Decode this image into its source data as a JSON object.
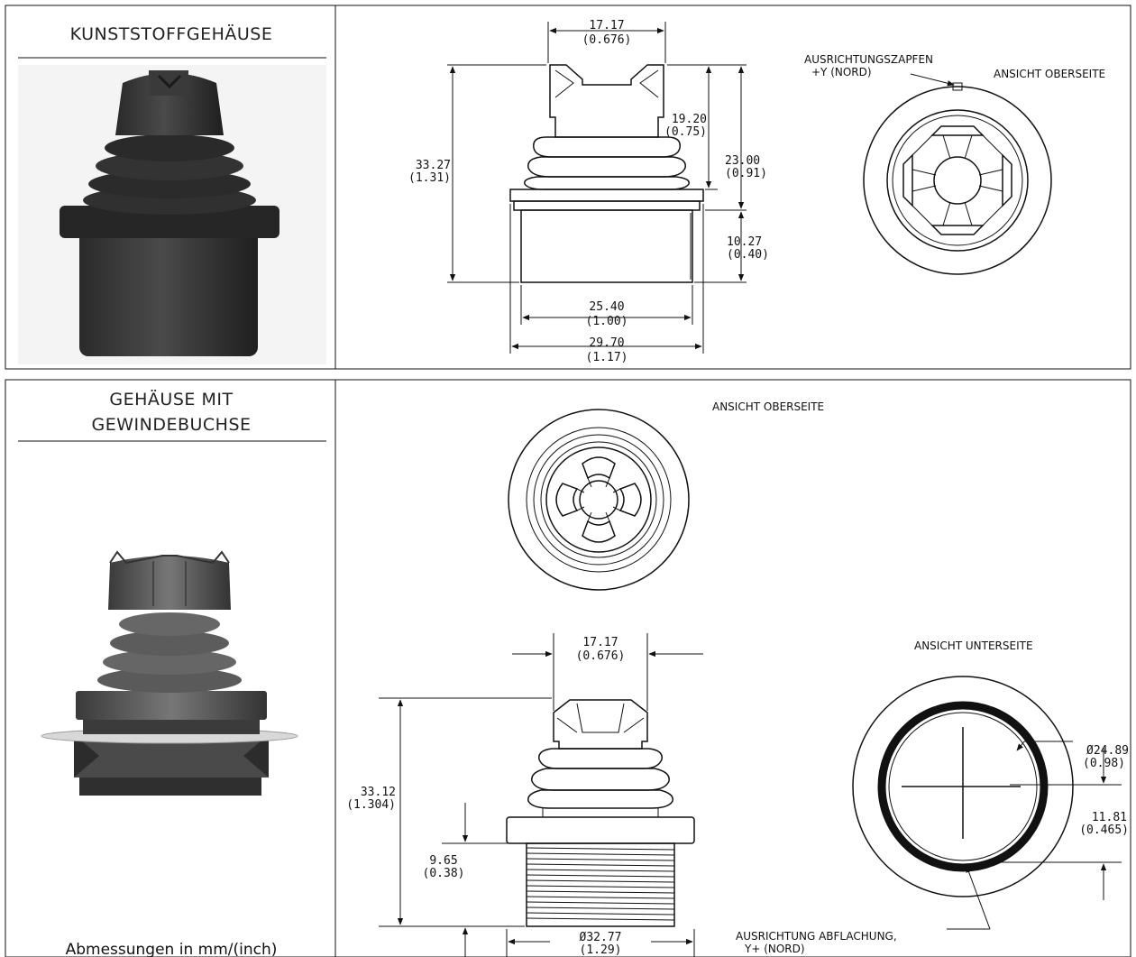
{
  "panels": {
    "plastic": {
      "title": "KUNSTSTOFFGEHÄUSE",
      "side_view": {
        "top_width": "17.17",
        "top_width_in": "(0.676)",
        "total_height": "33.27",
        "total_height_in": "(1.31)",
        "top_section": "19.20",
        "top_section_in": "(0.75)",
        "upper_height": "23.00",
        "upper_height_in": "(0.91)",
        "lower_height": "10.27",
        "lower_height_in": "(0.40)",
        "body_width": "25.40",
        "body_width_in": "(1.00)",
        "flange_width": "29.70",
        "flange_width_in": "(1.17)"
      },
      "top_view": {
        "pin_label_1": "AUSRICHTUNGSZAPFEN",
        "pin_label_2": "+Y (NORD)",
        "view_label": "ANSICHT OBERSEITE"
      }
    },
    "threaded": {
      "title_line1": "GEHÄUSE MIT",
      "title_line2": "GEWINDEBUCHSE",
      "units_note": "Abmessungen in mm/(inch)",
      "top_view_label": "ANSICHT OBERSEITE",
      "side_view": {
        "top_width": "17.17",
        "top_width_in": "(0.676)",
        "total_height": "33.12",
        "total_height_in": "(1.304)",
        "thread_height": "9.65",
        "thread_height_in": "(0.38)",
        "thread_diameter": "Ø32.77",
        "thread_diameter_in": "(1.29)"
      },
      "bottom_view": {
        "view_label": "ANSICHT UNTERSEITE",
        "diameter": "Ø24.89",
        "diameter_in": "(0.98)",
        "flat_distance": "11.81",
        "flat_distance_in": "(0.465)",
        "flat_label_1": "AUSRICHTUNG ABFLACHUNG,",
        "flat_label_2": "Y+ (NORD)"
      }
    }
  }
}
